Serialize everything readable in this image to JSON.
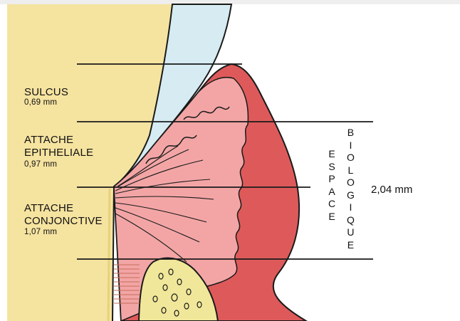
{
  "labels": {
    "sulcus_title": "SULCUS",
    "sulcus_value": "0,69 mm",
    "attache_epi_line1": "ATTACHE",
    "attache_epi_line2": "EPITHELIALE",
    "attache_epi_value": "0,97 mm",
    "attache_conj_line1": "ATTACHE",
    "attache_conj_line2": "CONJONCTIVE",
    "attache_conj_value": "1,07 mm",
    "espace_letters": [
      "E",
      "S",
      "P",
      "A",
      "C",
      "E"
    ],
    "biologique_letters": [
      "B",
      "I",
      "O",
      "L",
      "O",
      "G",
      "I",
      "Q",
      "U",
      "E"
    ],
    "total_value": "2,04 mm"
  },
  "colors": {
    "tooth": "#f5e3a0",
    "enamel": "#d6ebf2",
    "gingiva_light": "#f3a5a5",
    "gingiva_dark": "#de5a5a",
    "bone": "#f0e79a",
    "lines": "#1a1a1a"
  }
}
